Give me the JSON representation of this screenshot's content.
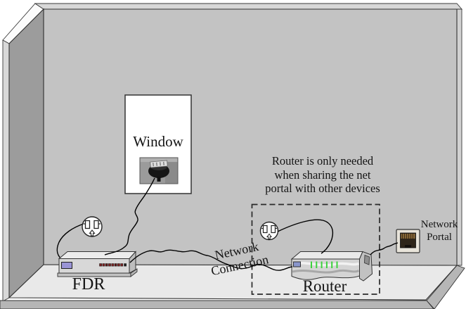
{
  "labels": {
    "window": "Window",
    "fdr": "FDR",
    "router": "Router",
    "network_connection": [
      "Network",
      "Connection"
    ],
    "network_portal": [
      "Network",
      "Portal"
    ],
    "router_note": [
      "Router is only needed",
      "when sharing the net",
      "portal with other devices"
    ]
  },
  "icons": {
    "power_outlet_left": "power-outlet",
    "power_outlet_right": "power-outlet",
    "network_portal_jack": "rj45-wall-jack",
    "window_device": "window-mounted-antenna-photo"
  },
  "colors": {
    "back_wall": "#c3c3c3",
    "left_wall": "#9c9c9c",
    "floor": "#e9e9e9",
    "front_edge": "#b6b6b6",
    "router_led_green": "#3cd23c",
    "fdr_led_red": "#7b2020",
    "display_purple": "#9a94d6",
    "cable": "#000000"
  }
}
